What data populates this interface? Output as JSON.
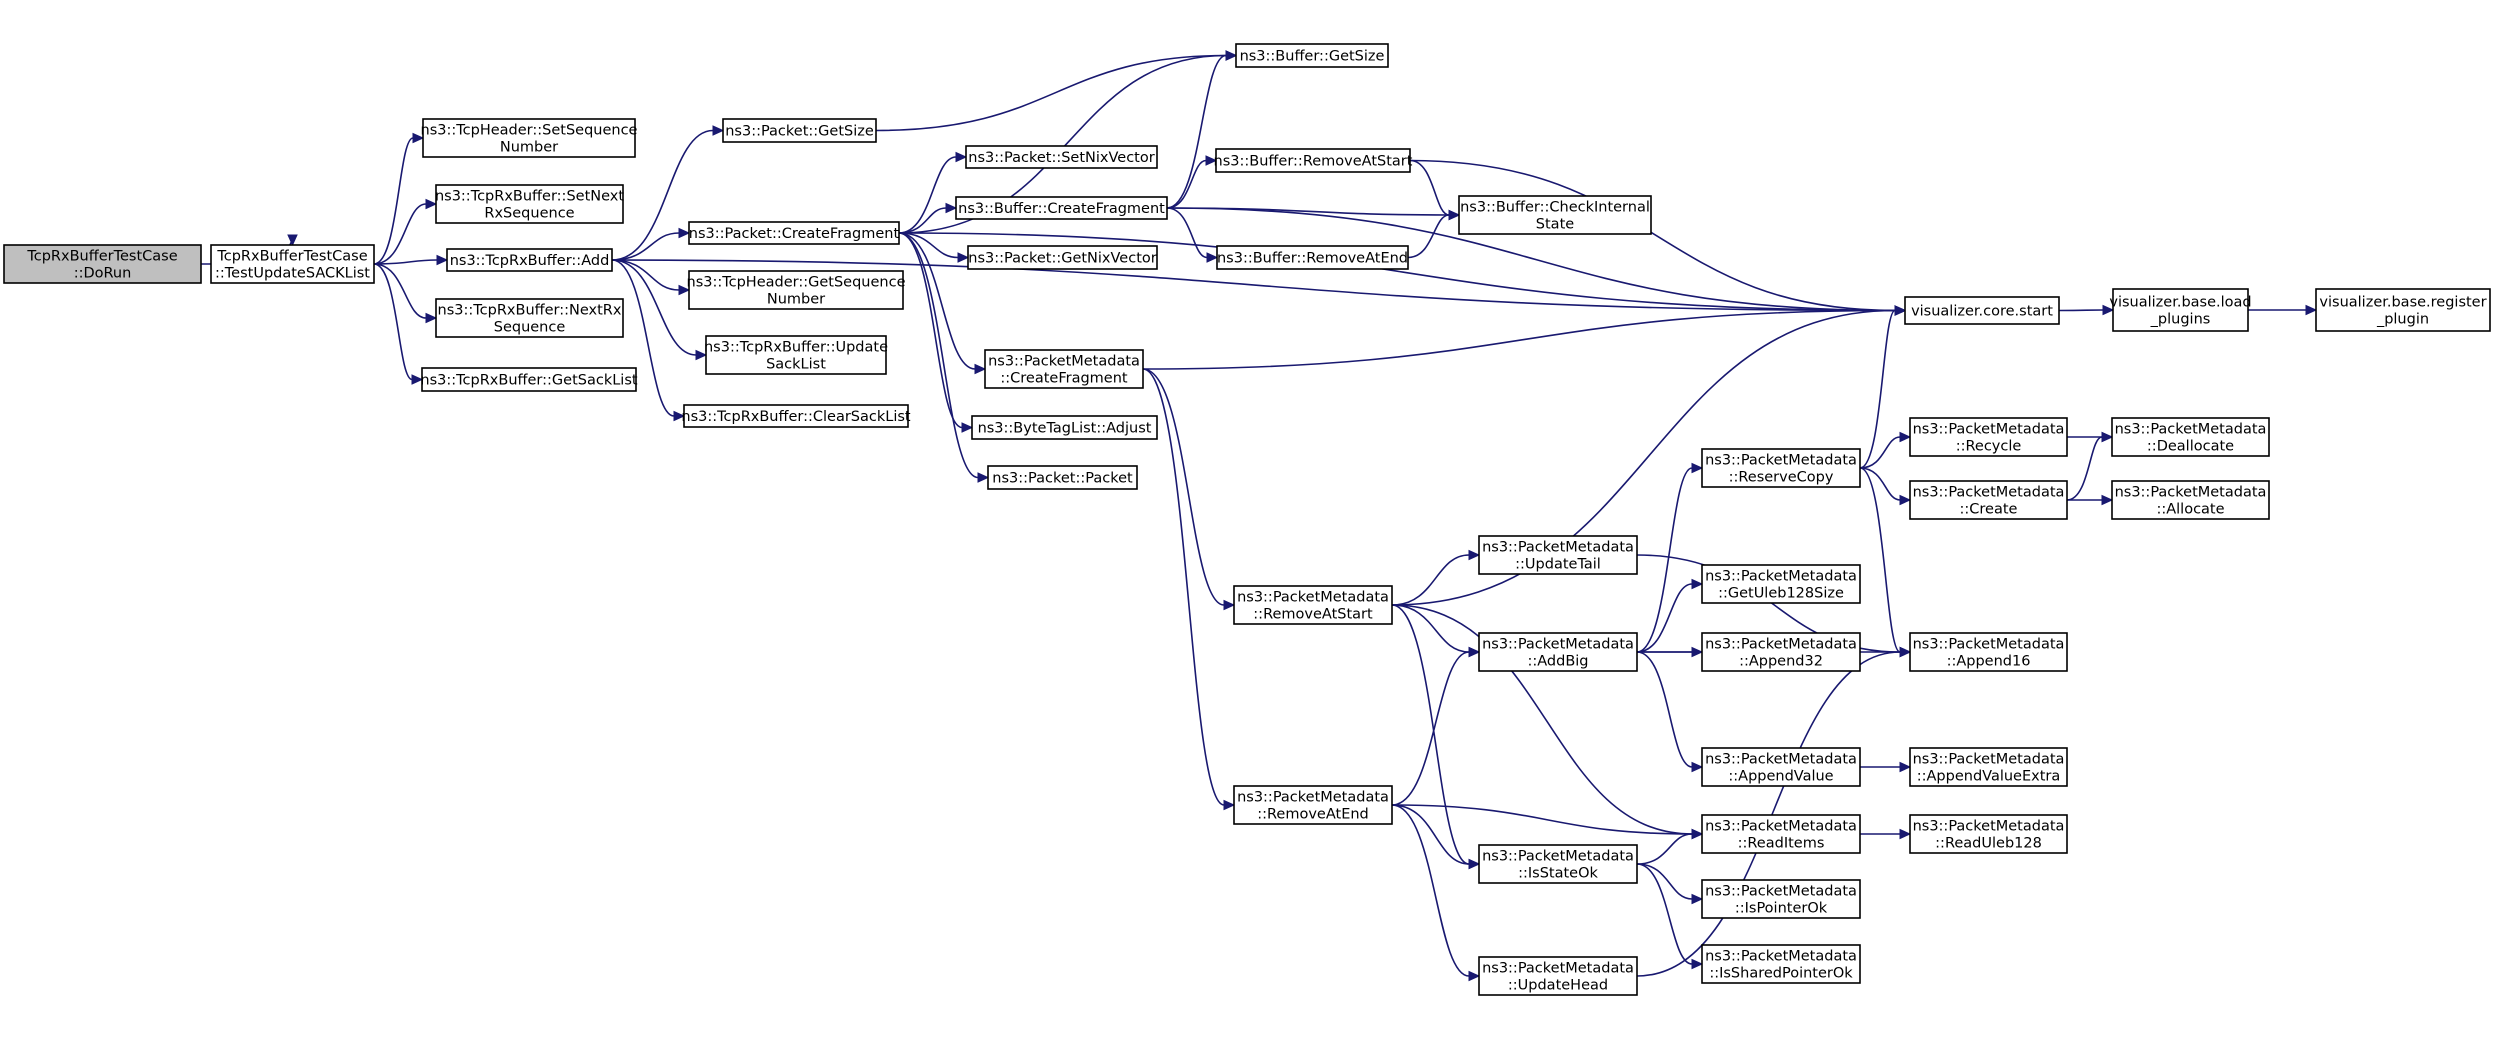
{
  "colors": {
    "edge": "#191970",
    "root_fill": "#bfbfbf",
    "node_fill": "#ffffff",
    "node_stroke": "#000000"
  },
  "nodes": [
    {
      "id": "n0",
      "lines": [
        "TcpRxBufferTestCase",
        "::DoRun"
      ],
      "root": true
    },
    {
      "id": "n1",
      "lines": [
        "TcpRxBufferTestCase",
        "::TestUpdateSACKList"
      ]
    },
    {
      "id": "n2",
      "lines": [
        "ns3::TcpHeader::SetSequence",
        "Number"
      ]
    },
    {
      "id": "n3",
      "lines": [
        "ns3::TcpRxBuffer::SetNext",
        "RxSequence"
      ]
    },
    {
      "id": "n4",
      "lines": [
        "ns3::TcpRxBuffer::Add"
      ]
    },
    {
      "id": "n5",
      "lines": [
        "ns3::TcpRxBuffer::NextRx",
        "Sequence"
      ]
    },
    {
      "id": "n6",
      "lines": [
        "ns3::TcpRxBuffer::GetSackList"
      ]
    },
    {
      "id": "n7",
      "lines": [
        "ns3::Packet::GetSize"
      ]
    },
    {
      "id": "n8",
      "lines": [
        "ns3::Packet::CreateFragment"
      ]
    },
    {
      "id": "n9",
      "lines": [
        "ns3::TcpHeader::GetSequence",
        "Number"
      ]
    },
    {
      "id": "n10",
      "lines": [
        "ns3::TcpRxBuffer::Update",
        "SackList"
      ]
    },
    {
      "id": "n11",
      "lines": [
        "ns3::TcpRxBuffer::ClearSackList"
      ]
    },
    {
      "id": "n12",
      "lines": [
        "ns3::Buffer::GetSize"
      ]
    },
    {
      "id": "n13",
      "lines": [
        "ns3::Packet::SetNixVector"
      ]
    },
    {
      "id": "n14",
      "lines": [
        "ns3::Buffer::CreateFragment"
      ]
    },
    {
      "id": "n15",
      "lines": [
        "ns3::Packet::GetNixVector"
      ]
    },
    {
      "id": "n16",
      "lines": [
        "ns3::PacketMetadata",
        "::CreateFragment"
      ]
    },
    {
      "id": "n17",
      "lines": [
        "ns3::ByteTagList::Adjust"
      ]
    },
    {
      "id": "n18",
      "lines": [
        "ns3::Packet::Packet"
      ]
    },
    {
      "id": "n19",
      "lines": [
        "ns3::Buffer::RemoveAtStart"
      ]
    },
    {
      "id": "n20",
      "lines": [
        "ns3::Buffer::CheckInternal",
        "State"
      ]
    },
    {
      "id": "n21",
      "lines": [
        "ns3::Buffer::RemoveAtEnd"
      ]
    },
    {
      "id": "n22",
      "lines": [
        "visualizer.core.start"
      ]
    },
    {
      "id": "n23",
      "lines": [
        "visualizer.base.load",
        "_plugins"
      ]
    },
    {
      "id": "n24",
      "lines": [
        "visualizer.base.register",
        "_plugin"
      ]
    },
    {
      "id": "n25",
      "lines": [
        "ns3::PacketMetadata",
        "::RemoveAtStart"
      ]
    },
    {
      "id": "n26",
      "lines": [
        "ns3::PacketMetadata",
        "::RemoveAtEnd"
      ]
    },
    {
      "id": "n27",
      "lines": [
        "ns3::PacketMetadata",
        "::UpdateTail"
      ]
    },
    {
      "id": "n28",
      "lines": [
        "ns3::PacketMetadata",
        "::AddBig"
      ]
    },
    {
      "id": "n29",
      "lines": [
        "ns3::PacketMetadata",
        "::IsStateOk"
      ]
    },
    {
      "id": "n30",
      "lines": [
        "ns3::PacketMetadata",
        "::UpdateHead"
      ]
    },
    {
      "id": "n31",
      "lines": [
        "ns3::PacketMetadata",
        "::ReserveCopy"
      ]
    },
    {
      "id": "n32",
      "lines": [
        "ns3::PacketMetadata",
        "::GetUleb128Size"
      ]
    },
    {
      "id": "n33",
      "lines": [
        "ns3::PacketMetadata",
        "::Append32"
      ]
    },
    {
      "id": "n34",
      "lines": [
        "ns3::PacketMetadata",
        "::AppendValue"
      ]
    },
    {
      "id": "n35",
      "lines": [
        "ns3::PacketMetadata",
        "::ReadItems"
      ]
    },
    {
      "id": "n36",
      "lines": [
        "ns3::PacketMetadata",
        "::IsPointerOk"
      ]
    },
    {
      "id": "n37",
      "lines": [
        "ns3::PacketMetadata",
        "::IsSharedPointerOk"
      ]
    },
    {
      "id": "n38",
      "lines": [
        "ns3::PacketMetadata",
        "::Recycle"
      ]
    },
    {
      "id": "n39",
      "lines": [
        "ns3::PacketMetadata",
        "::Create"
      ]
    },
    {
      "id": "n40",
      "lines": [
        "ns3::PacketMetadata",
        "::Append16"
      ]
    },
    {
      "id": "n41",
      "lines": [
        "ns3::PacketMetadata",
        "::AppendValueExtra"
      ]
    },
    {
      "id": "n42",
      "lines": [
        "ns3::PacketMetadata",
        "::ReadUleb128"
      ]
    },
    {
      "id": "n43",
      "lines": [
        "ns3::PacketMetadata",
        "::Deallocate"
      ]
    },
    {
      "id": "n44",
      "lines": [
        "ns3::PacketMetadata",
        "::Allocate"
      ]
    }
  ],
  "edges": [
    [
      "n0",
      "n1"
    ],
    [
      "n1",
      "n2"
    ],
    [
      "n1",
      "n3"
    ],
    [
      "n1",
      "n4"
    ],
    [
      "n1",
      "n5"
    ],
    [
      "n1",
      "n6"
    ],
    [
      "n4",
      "n7"
    ],
    [
      "n4",
      "n8"
    ],
    [
      "n4",
      "n9"
    ],
    [
      "n4",
      "n10"
    ],
    [
      "n4",
      "n11"
    ],
    [
      "n4",
      "n22"
    ],
    [
      "n7",
      "n12"
    ],
    [
      "n8",
      "n12"
    ],
    [
      "n8",
      "n13"
    ],
    [
      "n8",
      "n14"
    ],
    [
      "n8",
      "n15"
    ],
    [
      "n8",
      "n16"
    ],
    [
      "n8",
      "n17"
    ],
    [
      "n8",
      "n18"
    ],
    [
      "n8",
      "n22"
    ],
    [
      "n14",
      "n12"
    ],
    [
      "n14",
      "n19"
    ],
    [
      "n14",
      "n20"
    ],
    [
      "n14",
      "n21"
    ],
    [
      "n14",
      "n22"
    ],
    [
      "n19",
      "n20"
    ],
    [
      "n19",
      "n22"
    ],
    [
      "n21",
      "n20"
    ],
    [
      "n16",
      "n22"
    ],
    [
      "n16",
      "n25"
    ],
    [
      "n16",
      "n26"
    ],
    [
      "n22",
      "n23"
    ],
    [
      "n23",
      "n24"
    ],
    [
      "n25",
      "n22"
    ],
    [
      "n25",
      "n27"
    ],
    [
      "n25",
      "n28"
    ],
    [
      "n25",
      "n29"
    ],
    [
      "n25",
      "n35"
    ],
    [
      "n26",
      "n28"
    ],
    [
      "n26",
      "n29"
    ],
    [
      "n26",
      "n30"
    ],
    [
      "n26",
      "n35"
    ],
    [
      "n27",
      "n40"
    ],
    [
      "n28",
      "n31"
    ],
    [
      "n28",
      "n32"
    ],
    [
      "n28",
      "n33"
    ],
    [
      "n28",
      "n34"
    ],
    [
      "n28",
      "n40"
    ],
    [
      "n29",
      "n35"
    ],
    [
      "n29",
      "n36"
    ],
    [
      "n29",
      "n37"
    ],
    [
      "n30",
      "n40"
    ],
    [
      "n31",
      "n22"
    ],
    [
      "n31",
      "n38"
    ],
    [
      "n31",
      "n39"
    ],
    [
      "n31",
      "n40"
    ],
    [
      "n34",
      "n41"
    ],
    [
      "n35",
      "n42"
    ],
    [
      "n38",
      "n43"
    ],
    [
      "n39",
      "n43"
    ],
    [
      "n39",
      "n44"
    ]
  ]
}
